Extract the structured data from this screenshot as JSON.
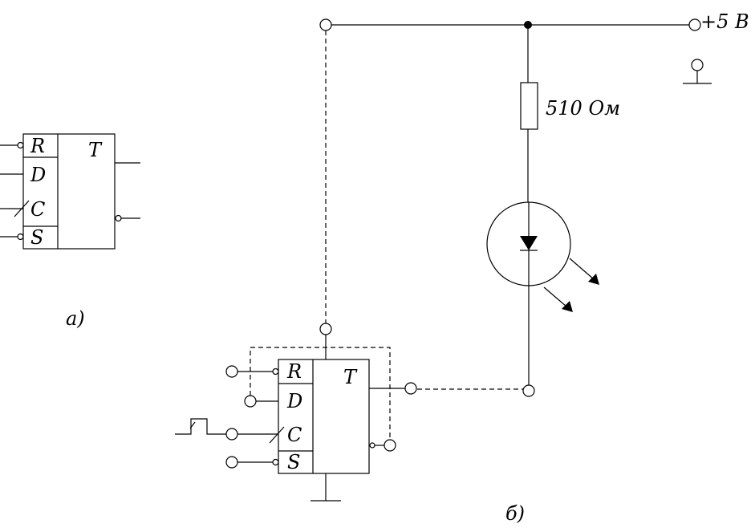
{
  "diagram_a": {
    "chip_type": "T",
    "pins": {
      "r": "R",
      "d": "D",
      "c": "C",
      "s": "S"
    },
    "caption": "а)"
  },
  "diagram_b": {
    "chip_type": "T",
    "pins": {
      "r": "R",
      "d": "D",
      "c": "C",
      "s": "S"
    },
    "supply_label": "+5 В",
    "resistor_label": "510 Ом",
    "caption": "б)"
  }
}
